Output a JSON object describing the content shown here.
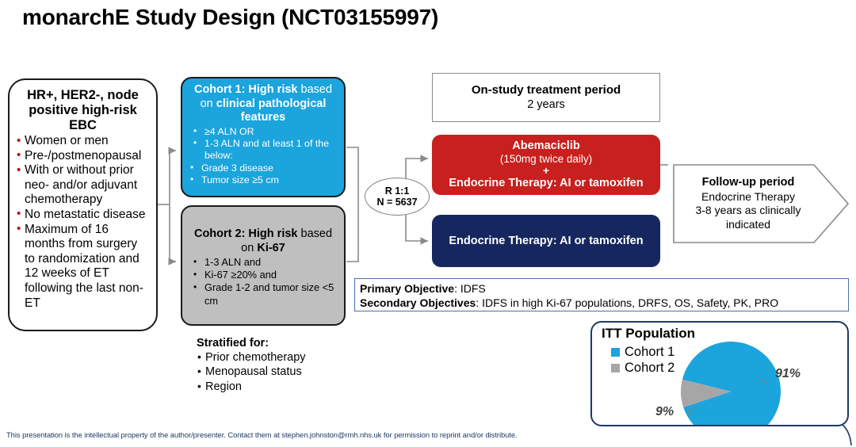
{
  "title": "monarchE Study Design (NCT03155997)",
  "eligibility": {
    "heading": "HR+, HER2-, node positive high-risk EBC",
    "items": [
      "Women or men",
      "Pre-/postmenopausal",
      "With or without prior neo- and/or adjuvant chemotherapy",
      "No metastatic disease",
      "Maximum of 16 months from surgery to randomization and 12 weeks of ET following the last non-ET"
    ]
  },
  "cohort1": {
    "head_a": "Cohort 1: High risk",
    "head_b": " based on ",
    "head_c": "clinical pathological features",
    "items": [
      "≥4 ALN OR",
      "1-3 ALN and at least 1 of the",
      "below:"
    ],
    "subitems": [
      "Grade 3 disease",
      "Tumor size ≥5 cm"
    ],
    "color": "#1CA4DD"
  },
  "cohort2": {
    "head_a": "Cohort 2: High risk",
    "head_b": " based on ",
    "head_c": "Ki-67",
    "items": [
      "1-3 ALN and",
      "Ki-67 ≥20% and",
      "Grade 1-2 and tumor size  <5",
      "cm"
    ],
    "color": "#BFBFBF"
  },
  "randomization": {
    "ratio": "R 1:1",
    "n": "N = 5637"
  },
  "onstudy": {
    "line1": "On-study treatment period",
    "line2": "2 years"
  },
  "arm_a": {
    "line1": "Abemaciclib",
    "line2": "(150mg twice daily)",
    "line3": "+",
    "line4": "Endocrine Therapy: AI or tamoxifen",
    "color": "#C8201E"
  },
  "arm_b": {
    "line1": "Endocrine Therapy: AI or tamoxifen",
    "color": "#15275E"
  },
  "followup": {
    "line1": "Follow-up period",
    "line2": "Endocrine Therapy",
    "line3": "3-8 years as clinically",
    "line4": "indicated"
  },
  "objectives": {
    "primary_label": "Primary Objective",
    "primary_value": ": IDFS",
    "secondary_label": "Secondary Objectives",
    "secondary_value": ": IDFS in high Ki-67 populations, DRFS, OS, Safety, PK, PRO"
  },
  "stratified": {
    "heading": "Stratified for:",
    "items": [
      "Prior chemotherapy",
      "Menopausal status",
      "Region"
    ]
  },
  "itt": {
    "title": "ITT Population"
  },
  "chart_data": {
    "type": "pie",
    "title": "ITT Population",
    "categories": [
      "Cohort 1",
      "Cohort 2"
    ],
    "values": [
      91,
      9
    ],
    "labels": [
      "91%",
      "9%"
    ],
    "colors": [
      "#1CA4DD",
      "#A6A6A6"
    ],
    "legend_position": "top-left"
  },
  "footer": "This presentation is the intellectual property of the author/presenter. Contact them at stephen.johnston@rmh.nhs.uk for permission to reprint and/or distribute."
}
